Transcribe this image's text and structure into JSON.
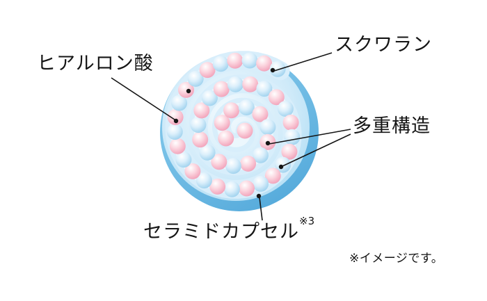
{
  "labels": {
    "hyaluronic": "ヒアルロン酸",
    "squalane": "スクワラン",
    "multilayer": "多重構造",
    "capsule": "セラミドカプセル",
    "capsule_sup": "※3",
    "note": "※イメージです。"
  },
  "colors": {
    "bead_pink": "#ee92ae",
    "bead_pink_light": "#fbd4de",
    "bead_blue": "#8cc9ea",
    "bead_blue_light": "#dbeffb",
    "capsule_face": "#9ed6f2",
    "capsule_face_mid": "#cfeaf9",
    "capsule_face_light": "#f2fafe",
    "capsule_rim_light": "#8ecfee",
    "capsule_rim_dark": "#55aadb",
    "leader_line": "#151515"
  }
}
